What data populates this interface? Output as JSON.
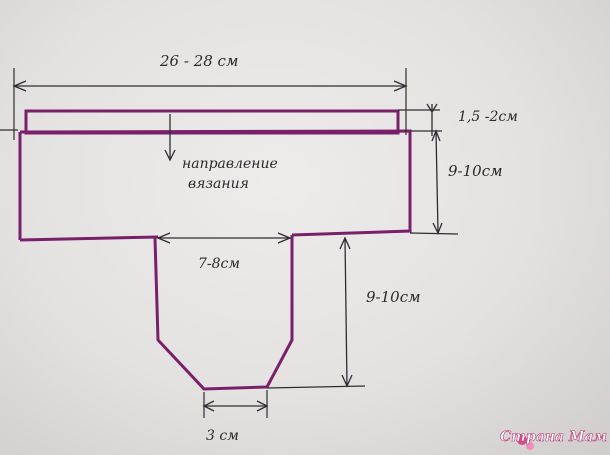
{
  "diagram": {
    "labels": {
      "total_width": "26 - 28 см",
      "band_height": "1,5 -2см",
      "body_height": "9-10см",
      "knit_direction_line1": "направление",
      "knit_direction_line2": "вязания",
      "tab_width": "7-8см",
      "tab_height": "9-10см",
      "tab_bottom_width": "3 см"
    },
    "colors": {
      "pencil": "#2d2d33",
      "outline": "#7a1f6a",
      "paper": "#e7e5e3"
    }
  },
  "watermark": {
    "text": "Страна Мам"
  }
}
